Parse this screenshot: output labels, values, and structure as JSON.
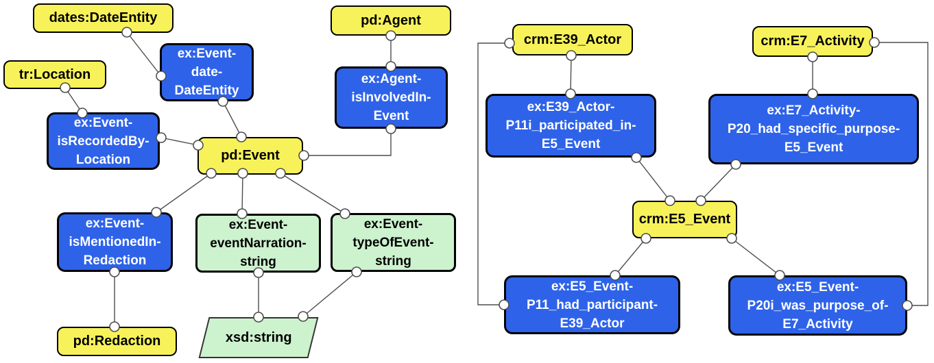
{
  "colors": {
    "class_fill": "#F8F25A",
    "object_property_fill": "#2E63E9",
    "datatype_fill": "#CDF2CE",
    "node_border": "#000000",
    "edge_line": "#4D4D4D",
    "object_property_text": "#FFFFFF",
    "class_text": "#000000"
  },
  "nodes": {
    "dates_dateentity": {
      "label": "dates:DateEntity"
    },
    "tr_location": {
      "label": "tr:Location"
    },
    "pd_agent": {
      "label": "pd:Agent"
    },
    "pd_event": {
      "label": "pd:Event"
    },
    "pd_redaction": {
      "label": "pd:Redaction"
    },
    "crm_e39_actor": {
      "label": "crm:E39_Actor"
    },
    "crm_e7_activity": {
      "label": "crm:E7_Activity"
    },
    "crm_e5_event": {
      "label": "crm:E5_Event"
    },
    "xsd_string": {
      "label": "xsd:string"
    },
    "event_date": {
      "lines": [
        "ex:Event-",
        "date-",
        "DateEntity"
      ]
    },
    "event_isrecordedby": {
      "lines": [
        "ex:Event-",
        "isRecordedBy-",
        "Location"
      ]
    },
    "agent_isinvolvedin": {
      "lines": [
        "ex:Agent-",
        "isInvolvedIn-",
        "Event"
      ]
    },
    "event_ismentionedin": {
      "lines": [
        "ex:Event-",
        "isMentionedIn-",
        "Redaction"
      ]
    },
    "event_narration": {
      "lines": [
        "ex:Event-",
        "eventNarration-",
        "string"
      ]
    },
    "event_typeof": {
      "lines": [
        "ex:Event-",
        "typeOfEvent-",
        "string"
      ]
    },
    "e39_p11i": {
      "lines": [
        "ex:E39_Actor-",
        "P11i_participated_in-",
        "E5_Event"
      ]
    },
    "e7_p20": {
      "lines": [
        "ex:E7_Activity-",
        "P20_had_specific_purpose-",
        "E5_Event"
      ]
    },
    "e5_p11": {
      "lines": [
        "ex:E5_Event-",
        "P11_had_participant-",
        "E39_Actor"
      ]
    },
    "e5_p20i": {
      "lines": [
        "ex:E5_Event-",
        "P20i_was_purpose_of-",
        "E7_Activity"
      ]
    }
  }
}
